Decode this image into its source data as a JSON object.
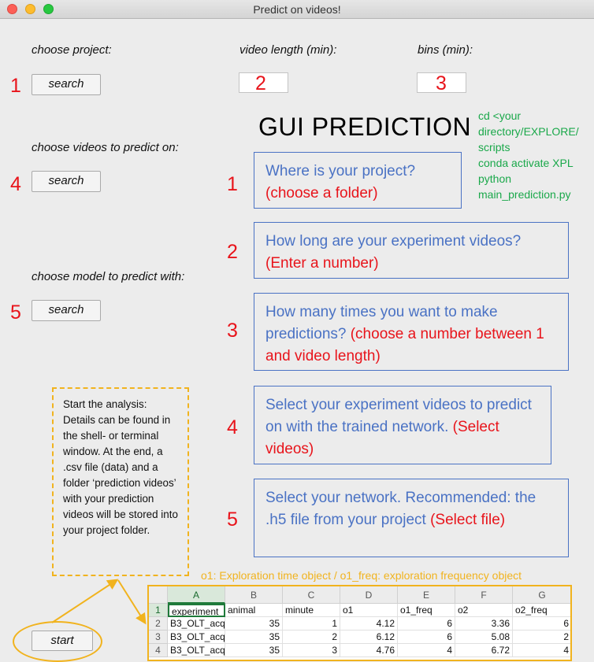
{
  "window": {
    "title": "Predict on videos!"
  },
  "labels": {
    "choose_project": "choose project:",
    "video_length": "video length (min):",
    "bins": "bins (min):",
    "choose_videos": "choose videos to predict on:",
    "choose_model": "choose model to predict with:"
  },
  "buttons": {
    "search": "search",
    "start": "start"
  },
  "inputs": {
    "video_length": "",
    "bins": ""
  },
  "markers": [
    "1",
    "2",
    "3",
    "4",
    "5"
  ],
  "heading": "GUI PREDICTION",
  "commands": [
    "cd <your",
    "directory/EXPLORE/",
    "scripts",
    "conda activate XPL",
    "python",
    "main_prediction.py"
  ],
  "callouts": [
    {
      "number": "1",
      "blue": "Where is your project?",
      "red": "(choose a folder)"
    },
    {
      "number": "2",
      "blue": "How long are your experiment videos?",
      "red": "(Enter a number)"
    },
    {
      "number": "3",
      "blue": "How many times you want to make predictions?",
      "red": "(choose a number between 1 and video length)"
    },
    {
      "number": "4",
      "blue": "Select your experiment videos to predict on with the trained network.",
      "red": "(Select videos)"
    },
    {
      "number": "5",
      "blue": "Select your network. Recommended: the .h5 file from your project",
      "red": "(Select file)"
    }
  ],
  "note": "Start the analysis: Details can be found in the shell- or terminal window. At the end, a .csv file (data) and a folder ‘prediction videos’ with your prediction videos will be stored into your project folder.",
  "caption": "o1: Exploration time object / o1_freq: exploration frequency object",
  "spreadsheet": {
    "columns": [
      "A",
      "B",
      "C",
      "D",
      "E",
      "F",
      "G"
    ],
    "row_numbers": [
      "1",
      "2",
      "3",
      "4"
    ],
    "rows": [
      [
        "experiment",
        "animal",
        "minute",
        "o1",
        "o1_freq",
        "o2",
        "o2_freq"
      ],
      [
        "B3_OLT_acq",
        "35",
        "1",
        "4.12",
        "6",
        "3.36",
        "6"
      ],
      [
        "B3_OLT_acq",
        "35",
        "2",
        "6.12",
        "6",
        "5.08",
        "2"
      ],
      [
        "B3_OLT_acq",
        "35",
        "3",
        "4.76",
        "4",
        "6.72",
        "4"
      ]
    ]
  },
  "colors": {
    "annotation_red": "#e8141b",
    "callout_blue": "#4a72c4",
    "command_green": "#1aa84a",
    "highlight_orange": "#f1b31e"
  }
}
